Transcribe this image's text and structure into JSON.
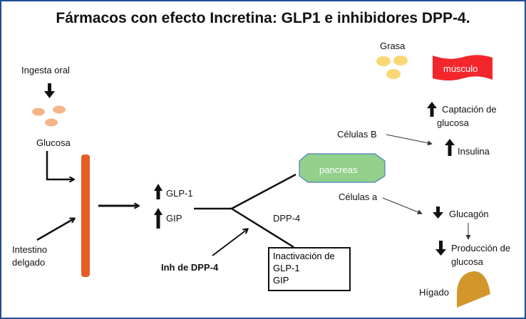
{
  "title": "Fármacos con efecto Incretina: GLP1  e inhibidores DPP-4.",
  "labels": {
    "ingesta_oral": "Ingesta oral",
    "glucosa": "Glucosa",
    "intestino_1": "Intestino",
    "intestino_2": "delgado",
    "glp1": "GLP-1",
    "gip": "GIP",
    "dpp4": "DPP-4",
    "inh_dpp4": "Inh de DPP-4",
    "pancreas": "pancreas",
    "celulas_b": "Células B",
    "celulas_a": "Células a",
    "grasa": "Grasa",
    "musculo": "músculo",
    "captacion_1": "Captación de",
    "captacion_2": "glucosa",
    "insulina": "Insulina",
    "glucagon": "Glucagón",
    "produccion_1": "Producción de",
    "produccion_2": "glucosa",
    "higado": "Hígado"
  },
  "inactivation_box": {
    "lines": [
      "Inactivación de",
      "GLP-1",
      "GIP"
    ]
  },
  "colors": {
    "border": "#1f4e9a",
    "intestine": "#e35d25",
    "pancreas_fill": "#93d08c",
    "pancreas_stroke": "#4a7fc1",
    "glucose_dots": "#f6b48a",
    "fat_dots": "#f9d775",
    "muscle": "#f2262b",
    "liver": "#d2962b"
  }
}
